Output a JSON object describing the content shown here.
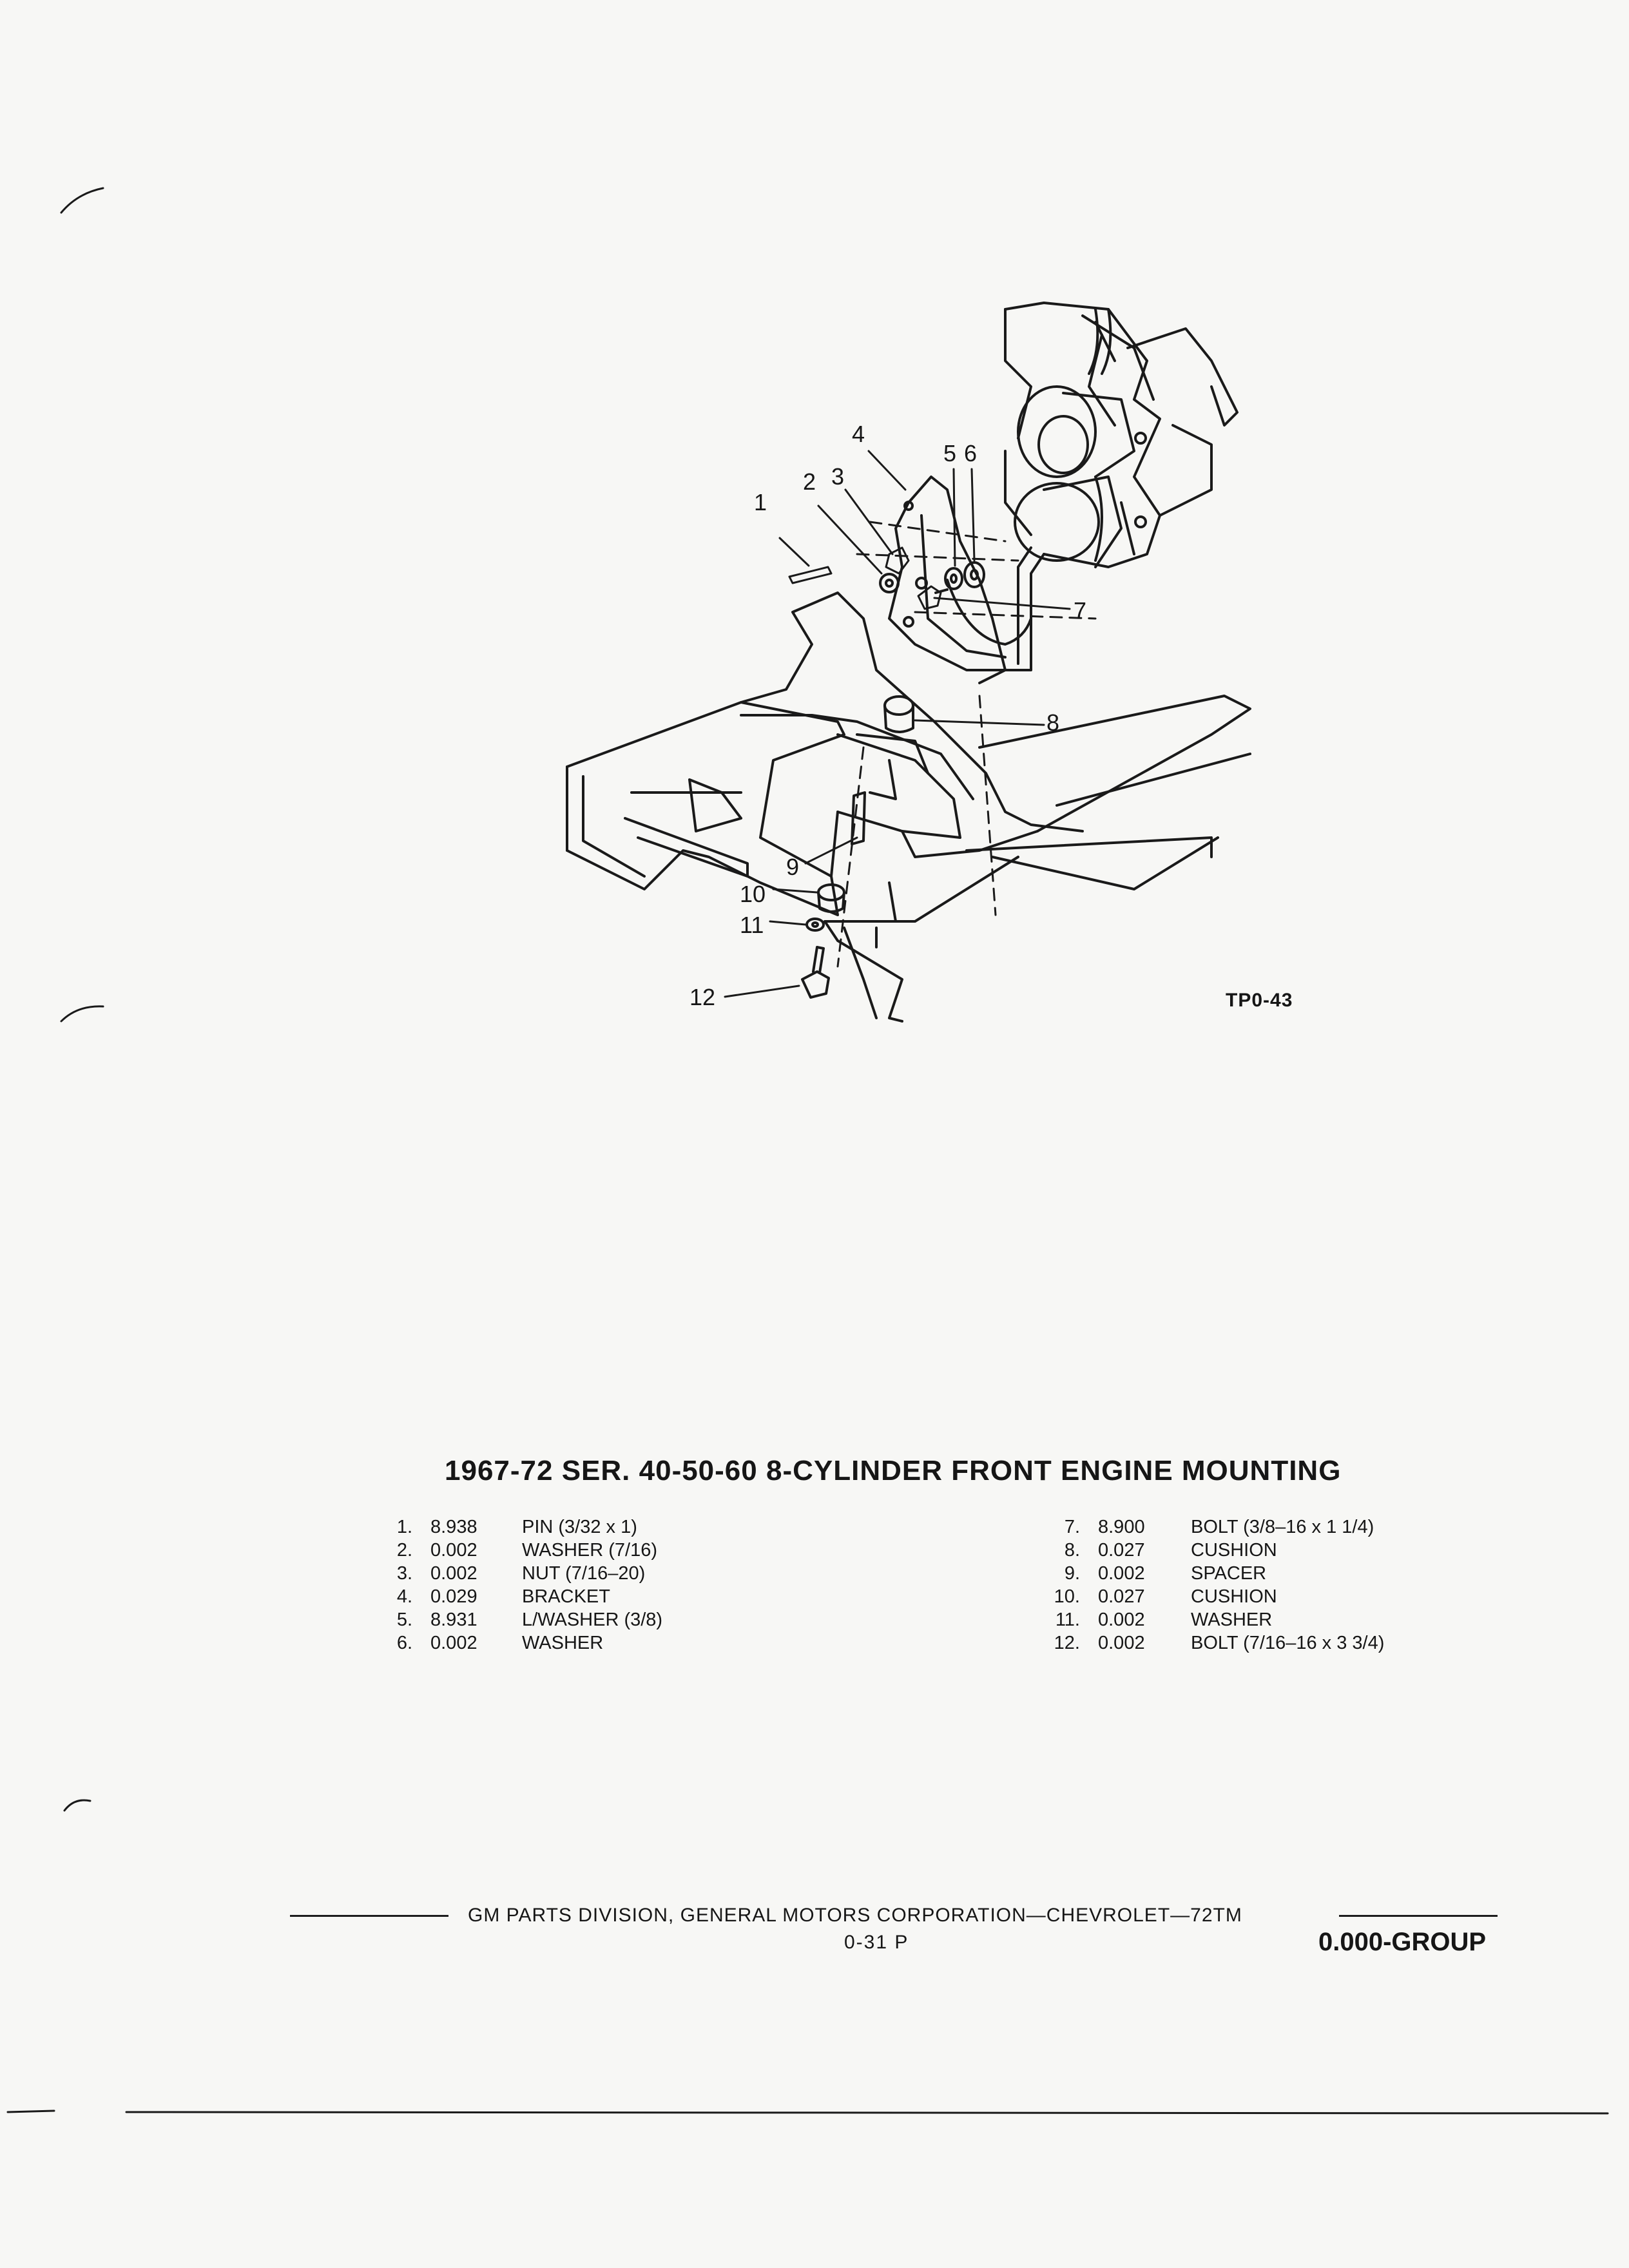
{
  "diagram": {
    "callouts": [
      "1",
      "2",
      "3",
      "4",
      "5",
      "6",
      "7",
      "8",
      "9",
      "10",
      "11",
      "12"
    ],
    "figure_ref": "TP0-43"
  },
  "title": "1967-72 SER. 40-50-60 8-CYLINDER FRONT ENGINE MOUNTING",
  "parts_left": [
    {
      "num": "1.",
      "code": "8.938",
      "desc": "PIN (3/32 x 1)"
    },
    {
      "num": "2.",
      "code": "0.002",
      "desc": "WASHER (7/16)"
    },
    {
      "num": "3.",
      "code": "0.002",
      "desc": "NUT (7/16–20)"
    },
    {
      "num": "4.",
      "code": "0.029",
      "desc": "BRACKET"
    },
    {
      "num": "5.",
      "code": "8.931",
      "desc": "L/WASHER (3/8)"
    },
    {
      "num": "6.",
      "code": "0.002",
      "desc": "WASHER"
    }
  ],
  "parts_right": [
    {
      "num": "7.",
      "code": "8.900",
      "desc": "BOLT (3/8–16 x 1 1/4)"
    },
    {
      "num": "8.",
      "code": "0.027",
      "desc": "CUSHION"
    },
    {
      "num": "9.",
      "code": "0.002",
      "desc": "SPACER"
    },
    {
      "num": "10.",
      "code": "0.027",
      "desc": "CUSHION"
    },
    {
      "num": "11.",
      "code": "0.002",
      "desc": "WASHER"
    },
    {
      "num": "12.",
      "code": "0.002",
      "desc": "BOLT (7/16–16 x 3 3/4)"
    }
  ],
  "footer": {
    "publisher": "GM PARTS DIVISION, GENERAL MOTORS CORPORATION—CHEVROLET—72TM",
    "page": "0-31 P",
    "group": "0.000-GROUP"
  }
}
